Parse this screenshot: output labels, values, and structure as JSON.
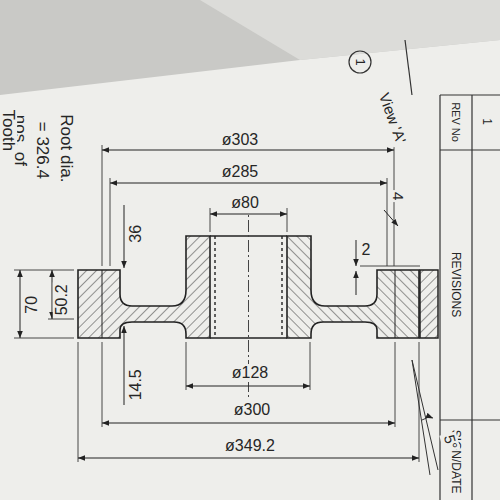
{
  "diagram": {
    "labels": [
      "1",
      "REV No",
      "1",
      "REVISIONS",
      "SIGN/DATE",
      "View 'A'",
      "4",
      "Root dia.",
      "= 326.4",
      "nos. of",
      "Tooth",
      "ø303",
      "ø285",
      "ø80",
      "36",
      "2",
      "50.2",
      "70",
      "14.5",
      "ø128",
      "ø300",
      "ø349.2",
      "5°"
    ]
  }
}
